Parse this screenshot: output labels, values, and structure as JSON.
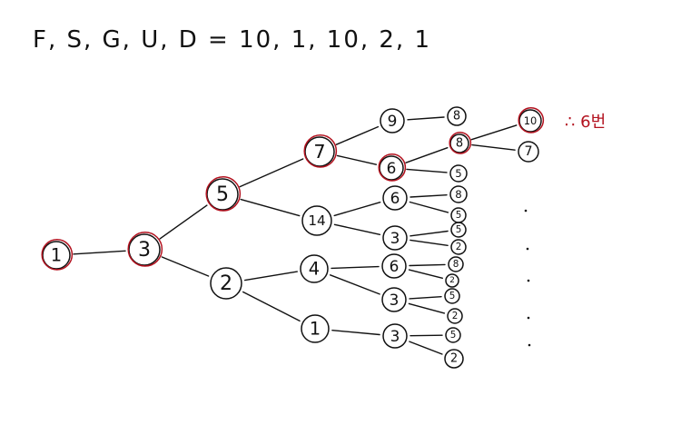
{
  "header": {
    "equation": "F, S, G, U, D = 10, 1, 10, 2, 1"
  },
  "answer": {
    "text": "∴ 6번"
  },
  "nodes": [
    {
      "id": "root",
      "label": "1",
      "highlight": true
    },
    {
      "id": "n3",
      "label": "3",
      "highlight": true
    },
    {
      "id": "n5",
      "label": "5",
      "highlight": true
    },
    {
      "id": "n2",
      "label": "2",
      "highlight": false
    },
    {
      "id": "n7",
      "label": "7",
      "highlight": true
    },
    {
      "id": "n14",
      "label": "14",
      "highlight": false
    },
    {
      "id": "n4",
      "label": "4",
      "highlight": false
    },
    {
      "id": "n1",
      "label": "1",
      "highlight": false
    },
    {
      "id": "n9",
      "label": "9",
      "highlight": false
    },
    {
      "id": "n6a",
      "label": "6",
      "highlight": true
    },
    {
      "id": "n6b",
      "label": "6",
      "highlight": false
    },
    {
      "id": "n3a",
      "label": "3",
      "highlight": false
    },
    {
      "id": "n6c",
      "label": "6",
      "highlight": false
    },
    {
      "id": "n3b",
      "label": "3",
      "highlight": false
    },
    {
      "id": "n3c",
      "label": "3",
      "highlight": false
    },
    {
      "id": "l8a",
      "label": "8",
      "highlight": false
    },
    {
      "id": "l8b",
      "label": "8",
      "highlight": true
    },
    {
      "id": "l5a",
      "label": "5",
      "highlight": false
    },
    {
      "id": "l8c",
      "label": "8",
      "highlight": false
    },
    {
      "id": "l5b",
      "label": "5",
      "highlight": false
    },
    {
      "id": "l5c",
      "label": "5",
      "highlight": false
    },
    {
      "id": "l2a",
      "label": "2",
      "highlight": false
    },
    {
      "id": "l8d",
      "label": "8",
      "highlight": false
    },
    {
      "id": "l2b",
      "label": "2",
      "highlight": false
    },
    {
      "id": "l5d",
      "label": "5",
      "highlight": false
    },
    {
      "id": "l2c",
      "label": "2",
      "highlight": false
    },
    {
      "id": "l5e",
      "label": "5",
      "highlight": false
    },
    {
      "id": "l2d",
      "label": "2",
      "highlight": false
    },
    {
      "id": "g10",
      "label": "10",
      "highlight": true
    },
    {
      "id": "g7",
      "label": "7",
      "highlight": false
    }
  ],
  "edges": [
    [
      "root",
      "n3"
    ],
    [
      "n3",
      "n5"
    ],
    [
      "n3",
      "n2"
    ],
    [
      "n5",
      "n7"
    ],
    [
      "n5",
      "n14"
    ],
    [
      "n2",
      "n4"
    ],
    [
      "n2",
      "n1"
    ],
    [
      "n7",
      "n9"
    ],
    [
      "n7",
      "n6a"
    ],
    [
      "n14",
      "n6b"
    ],
    [
      "n14",
      "n3a"
    ],
    [
      "n4",
      "n6c"
    ],
    [
      "n4",
      "n3b"
    ],
    [
      "n1",
      "n3c"
    ],
    [
      "n9",
      "l8a"
    ],
    [
      "n6a",
      "l8b"
    ],
    [
      "n6a",
      "l5a"
    ],
    [
      "n6b",
      "l8c"
    ],
    [
      "n6b",
      "l5b"
    ],
    [
      "n3a",
      "l5c"
    ],
    [
      "n3a",
      "l2a"
    ],
    [
      "n6c",
      "l8d"
    ],
    [
      "n6c",
      "l2b"
    ],
    [
      "n3b",
      "l5d"
    ],
    [
      "n3b",
      "l2c"
    ],
    [
      "n3c",
      "l5e"
    ],
    [
      "n3c",
      "l2d"
    ],
    [
      "l8b",
      "g10"
    ],
    [
      "l8b",
      "g7"
    ]
  ]
}
